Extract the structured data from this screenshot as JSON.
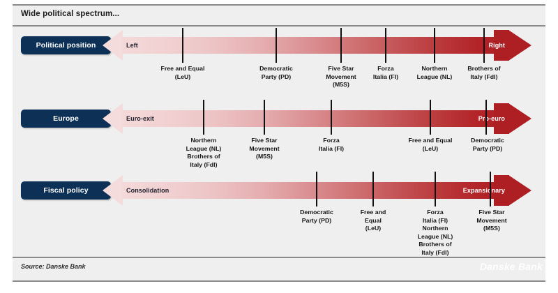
{
  "title": "Wide political spectrum...",
  "footer": {
    "source": "Source: Danske Bank",
    "watermark": "Danske Bank"
  },
  "chart_data": {
    "type": "scatter",
    "title": "Wide political spectrum...",
    "xlabel": "",
    "ylabel": "",
    "grid": false,
    "legend": null,
    "axes": [
      {
        "name": "Political position",
        "left_end_label": "Left",
        "right_end_label": "Right",
        "items": [
          {
            "label": "Free and Equal\n(LeU)",
            "x": 0.195
          },
          {
            "label": "Democratic\nParty (PD)",
            "x": 0.432
          },
          {
            "label": "Five Star\nMovement\n(M5S)",
            "x": 0.596
          },
          {
            "label": "Forza\nItalia (FI)",
            "x": 0.71
          },
          {
            "label": "Northern\nLeague (NL)",
            "x": 0.834
          },
          {
            "label": "Brothers of\nItaly (FdI)",
            "x": 0.96
          }
        ]
      },
      {
        "name": "Europe",
        "left_end_label": "Euro-exit",
        "right_end_label": "Pro-euro",
        "items": [
          {
            "label": "Northern\nLeague (NL)\nBrothers of\nItaly (FdI)",
            "x": 0.248
          },
          {
            "label": "Five Star\nMovement\n(M5S)",
            "x": 0.402
          },
          {
            "label": "Forza\nItalia (FI)",
            "x": 0.573
          },
          {
            "label": "Free and Equal\n(LeU)",
            "x": 0.825
          },
          {
            "label": "Democratic\nParty (PD)",
            "x": 0.967
          }
        ]
      },
      {
        "name": "Fiscal policy",
        "left_end_label": "Consolidation",
        "right_end_label": "Expansionary",
        "items": [
          {
            "label": "Democratic\nParty (PD)",
            "x": 0.535
          },
          {
            "label": "Free and\nEqual\n(LeU)",
            "x": 0.679
          },
          {
            "label": "Forza\nItalia (FI)\nNorthern\nLeague (NL)\nBrothers of\nItaly (FdI)",
            "x": 0.837
          },
          {
            "label": "Five Star\nMovement\n(M5S)",
            "x": 0.978
          }
        ]
      }
    ]
  },
  "colors": {
    "pill": "#0d3156",
    "arrow_start": "#f5dcdc",
    "arrow_end": "#ad1f23",
    "panel_bg": "#efefef",
    "rule": "#8a8a8a"
  }
}
